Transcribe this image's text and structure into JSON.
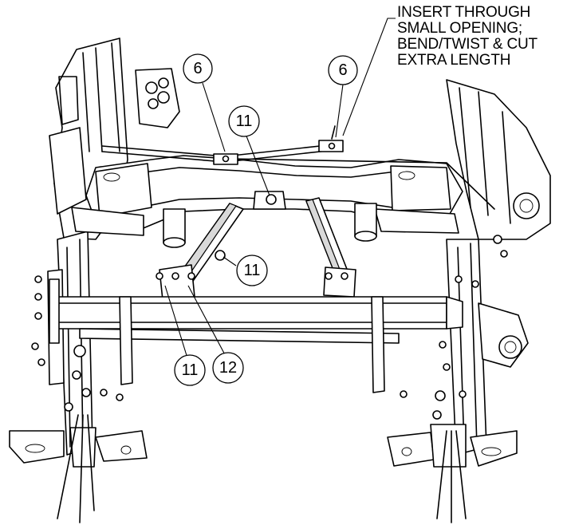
{
  "note": {
    "lines": [
      "INSERT THROUGH",
      "SMALL OPENING;",
      "BEND/TWIST & CUT",
      "EXTRA LENGTH"
    ]
  },
  "callouts": [
    {
      "id": "callout-6-left",
      "label": "6"
    },
    {
      "id": "callout-6-right",
      "label": "6"
    },
    {
      "id": "callout-11-top",
      "label": "11"
    },
    {
      "id": "callout-11-middle",
      "label": "11"
    },
    {
      "id": "callout-11-bottom",
      "label": "11"
    },
    {
      "id": "callout-12",
      "label": "12"
    }
  ]
}
